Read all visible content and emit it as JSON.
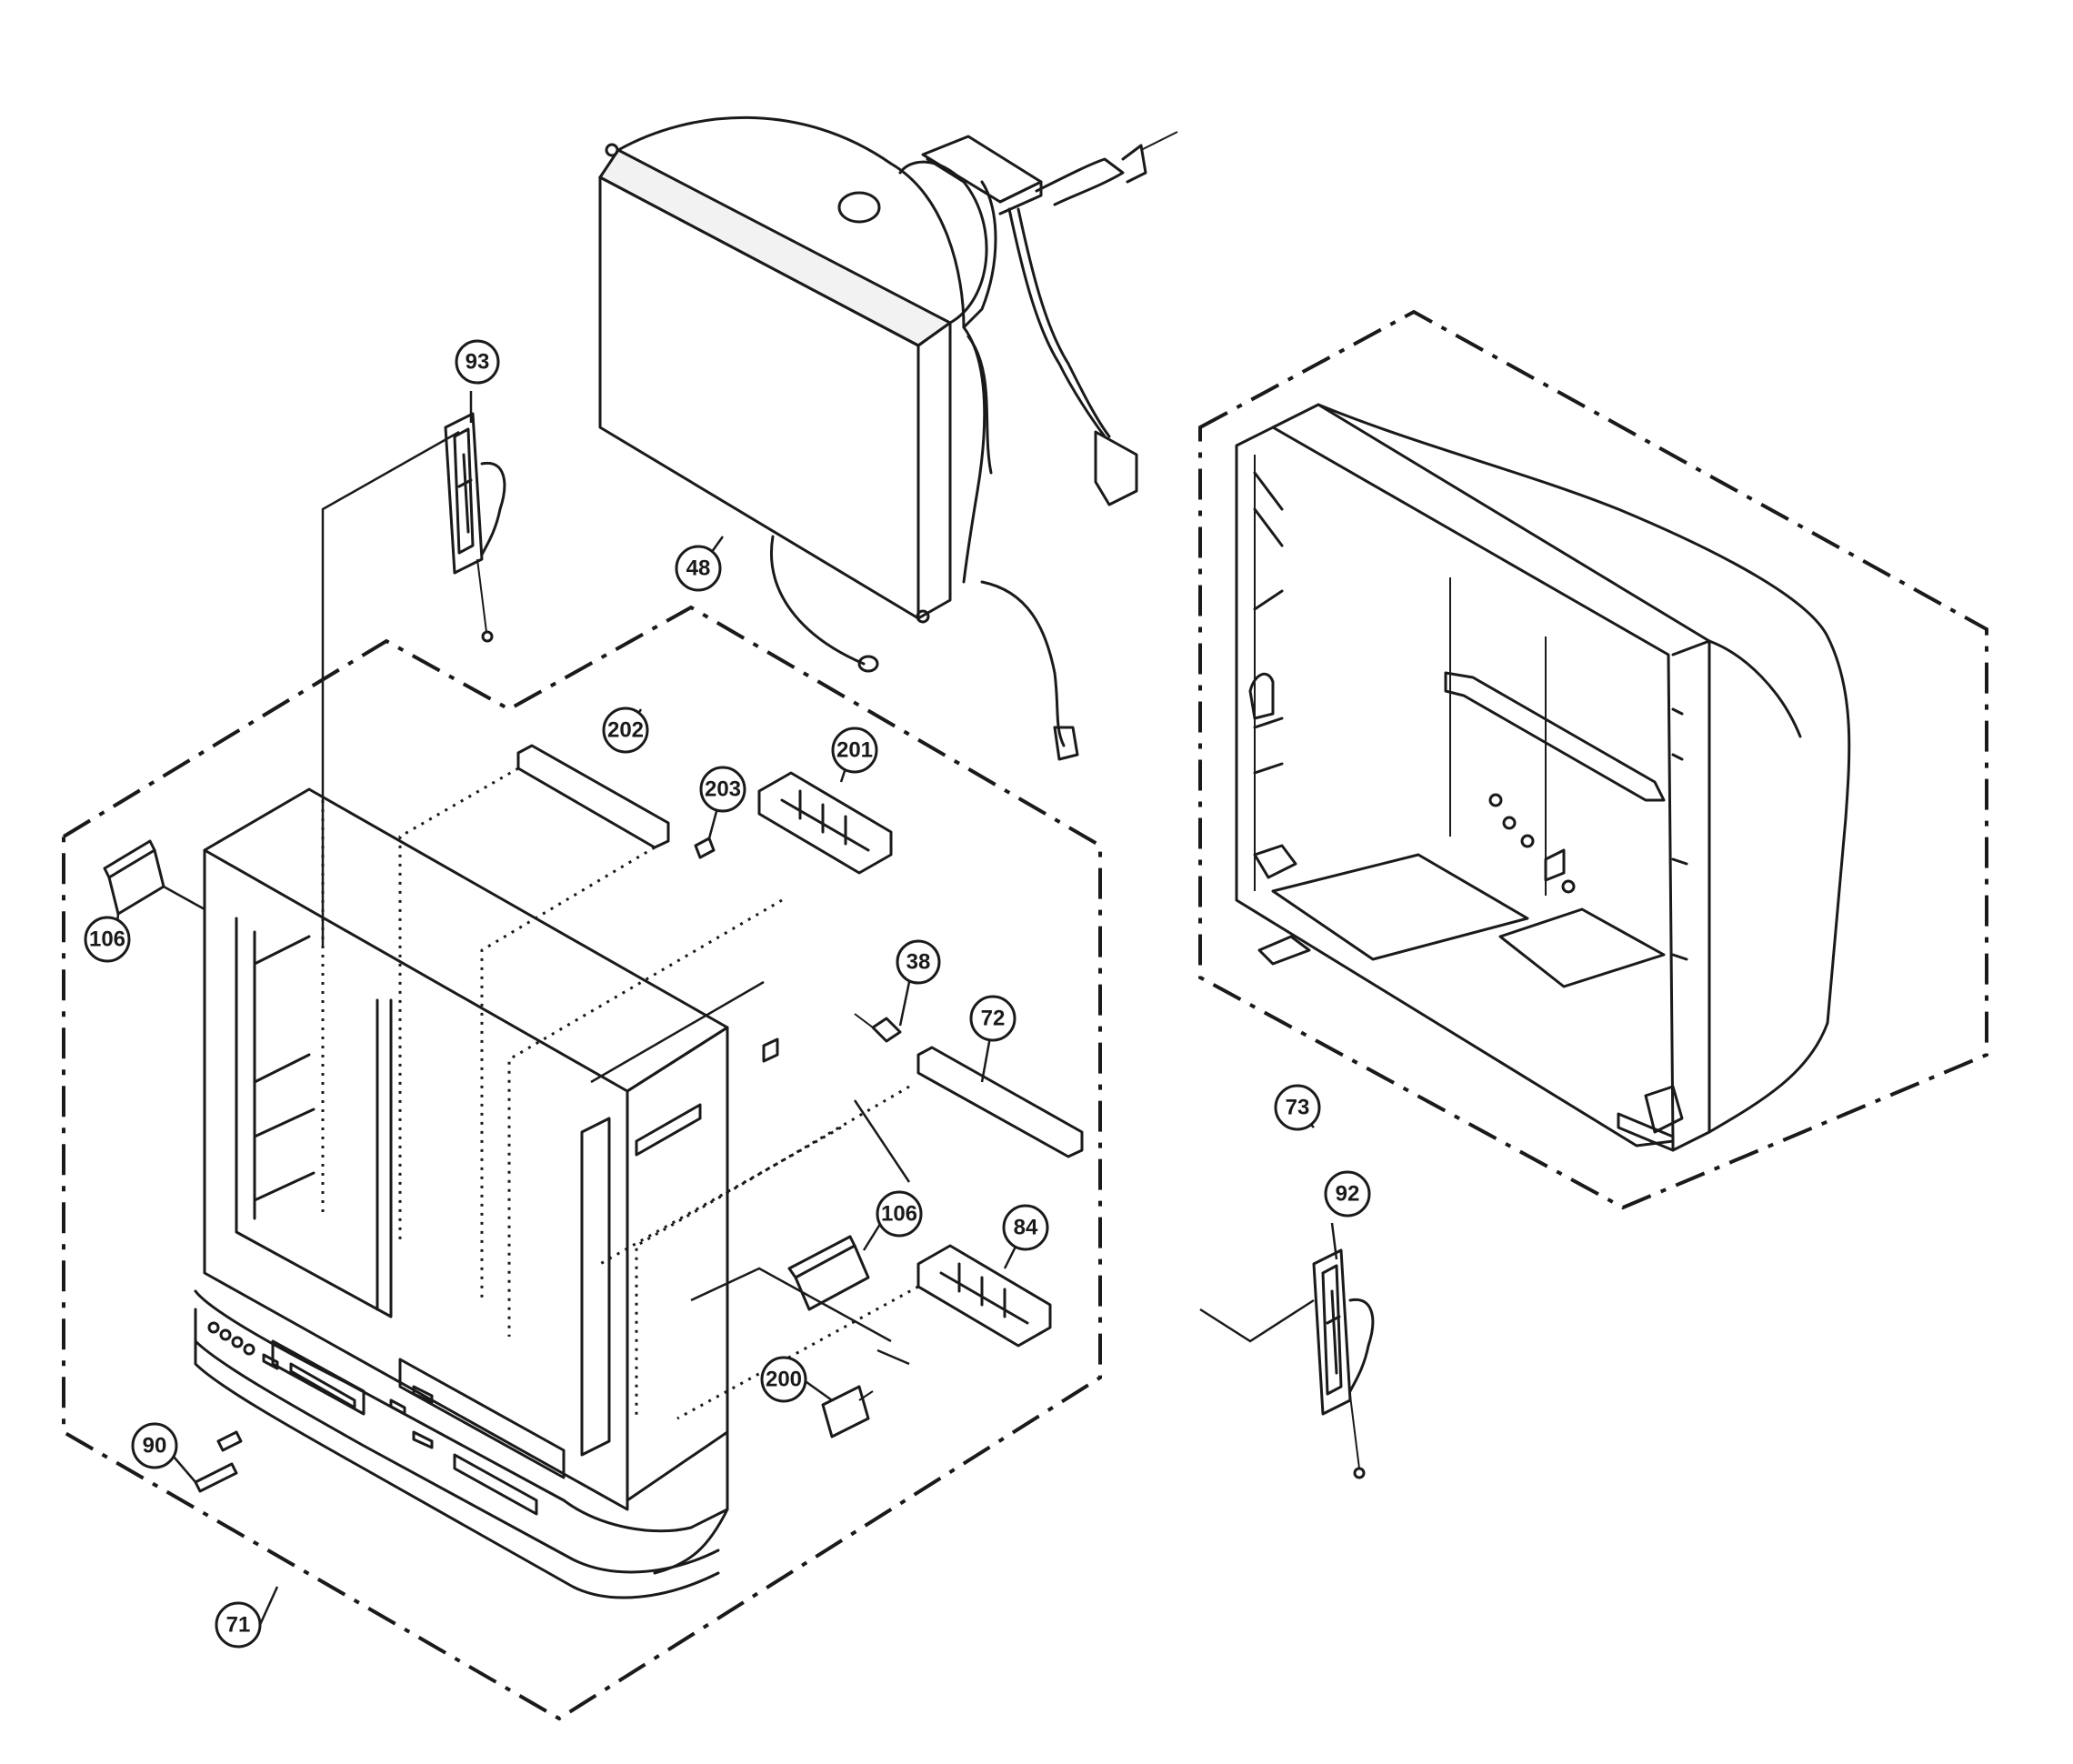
{
  "figure": {
    "labels": {
      "p93": "93",
      "p48": "48",
      "p202": "202",
      "p203": "203",
      "p201": "201",
      "p106a": "106",
      "p38": "38",
      "p72": "72",
      "p106b": "106",
      "p84": "84",
      "p200": "200",
      "p90": "90",
      "p71": "71",
      "p73": "73",
      "p92": "92"
    }
  }
}
